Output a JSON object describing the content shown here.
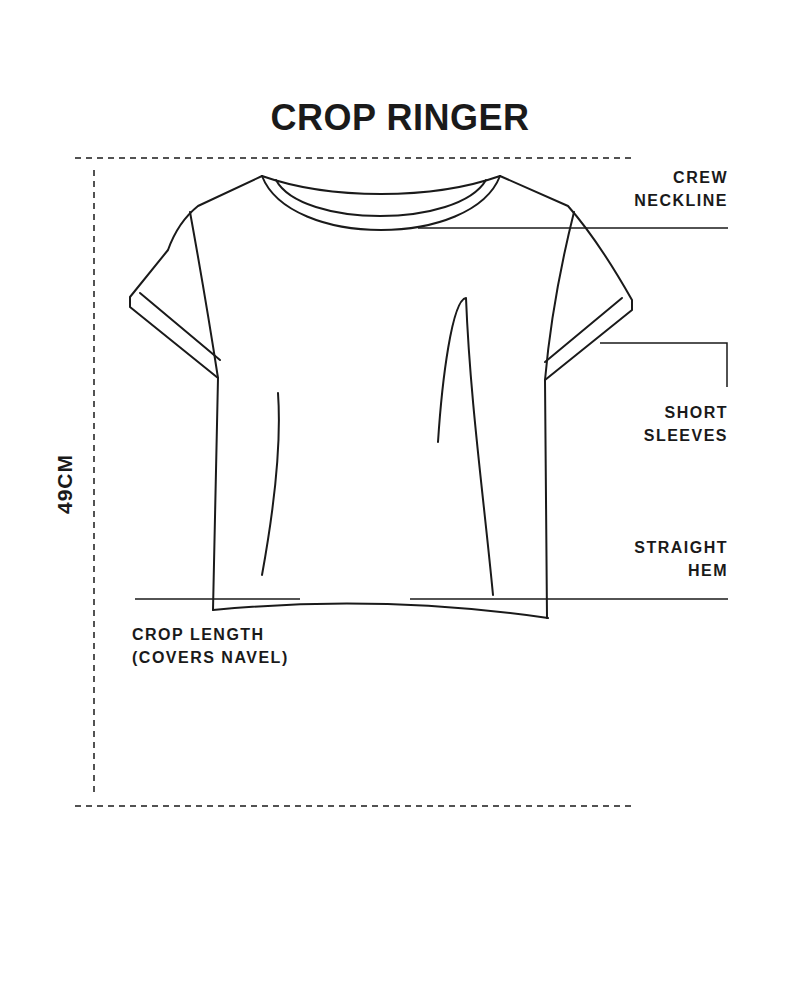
{
  "diagram": {
    "title": "CROP RINGER",
    "labels": [
      "CREW NECKLINE",
      "SHORT SLEEVES",
      "STRAIGHT HEM",
      "CROP LENGTH (COVERS NAVEL)",
      "49CM"
    ]
  }
}
